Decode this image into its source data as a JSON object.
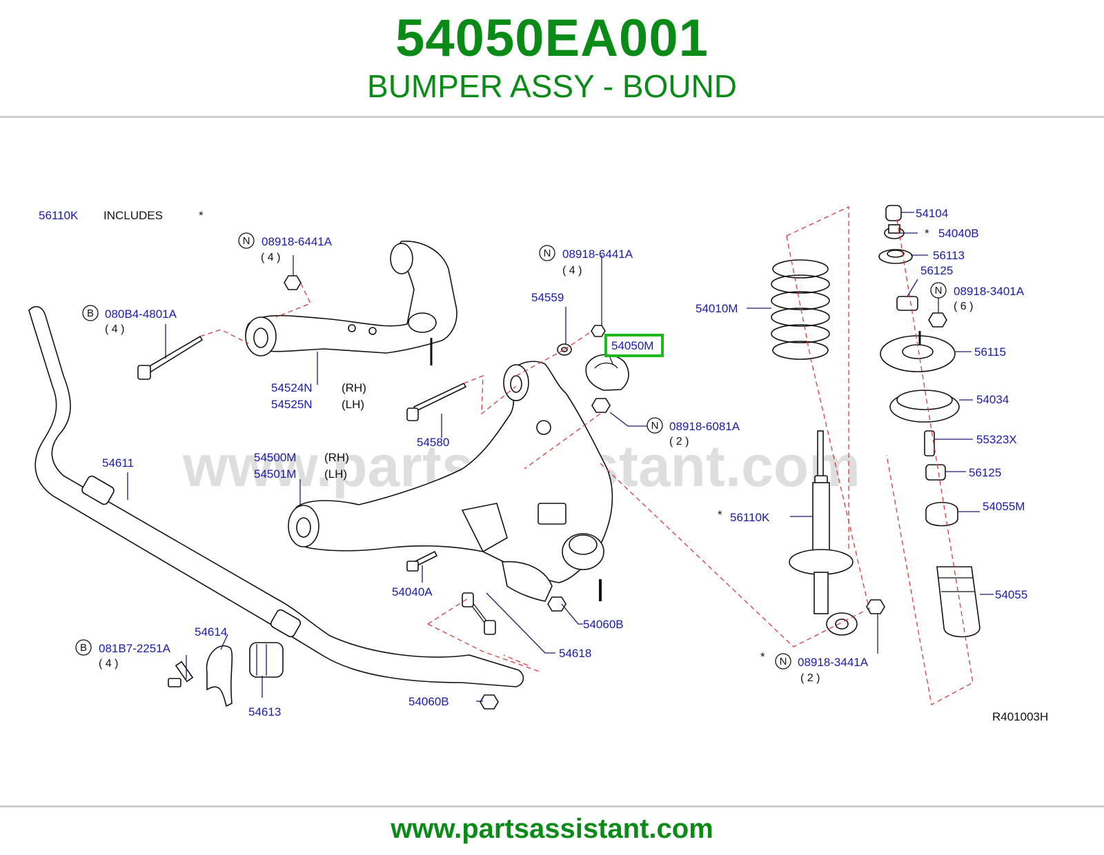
{
  "header": {
    "part_number": "54050EA001",
    "part_name": "BUMPER ASSY - BOUND"
  },
  "footer": {
    "url": "www.partsassistant.com"
  },
  "watermark": "www.partsassistant.com",
  "diagram": {
    "includes_note": {
      "part": "56110K",
      "text": "INCLUDES",
      "mark": "*"
    },
    "reference": "R401003H",
    "highlight_color": "#1fb81f",
    "labels": {
      "p54104": "54104",
      "p54040B": "54040B",
      "star_40B": "*",
      "p56113": "56113",
      "p56125a": "56125",
      "n3401": "08918-3401A",
      "q6": "( 6 )",
      "p56115": "56115",
      "p54034": "54034",
      "p55323X": "55323X",
      "p56125b": "56125",
      "p54055M": "54055M",
      "p54055": "54055",
      "p54010M": "54010M",
      "p56110K": "56110K",
      "star_56110K": "*",
      "n3441": "08918-3441A",
      "star_3441": "*",
      "q2b": "( 2 )",
      "n6441a": "08918-6441A",
      "q4a": "( 4 )",
      "b4801": "080B4-4801A",
      "q4b": "( 4 )",
      "p54524N": "54524N",
      "rh1": "(RH)",
      "p54525N": "54525N",
      "lh1": "(LH)",
      "n6441b": "08918-6441A",
      "q4c": "( 4 )",
      "p54559": "54559",
      "p54050M": "54050M",
      "n6081": "08918-6081A",
      "q2a": "( 2 )",
      "p54580": "54580",
      "p54611": "54611",
      "p54500M": "54500M",
      "rh2": "(RH)",
      "p54501M": "54501M",
      "lh2": "(LH)",
      "p54040A": "54040A",
      "p54060B": "54060B",
      "p54618": "54618",
      "b2251": "081B7-2251A",
      "q4d": "( 4 )",
      "p54614": "54614",
      "p54613": "54613",
      "p54060Bb": "54060B"
    },
    "circle_letters": {
      "n": "N",
      "b": "B"
    }
  }
}
